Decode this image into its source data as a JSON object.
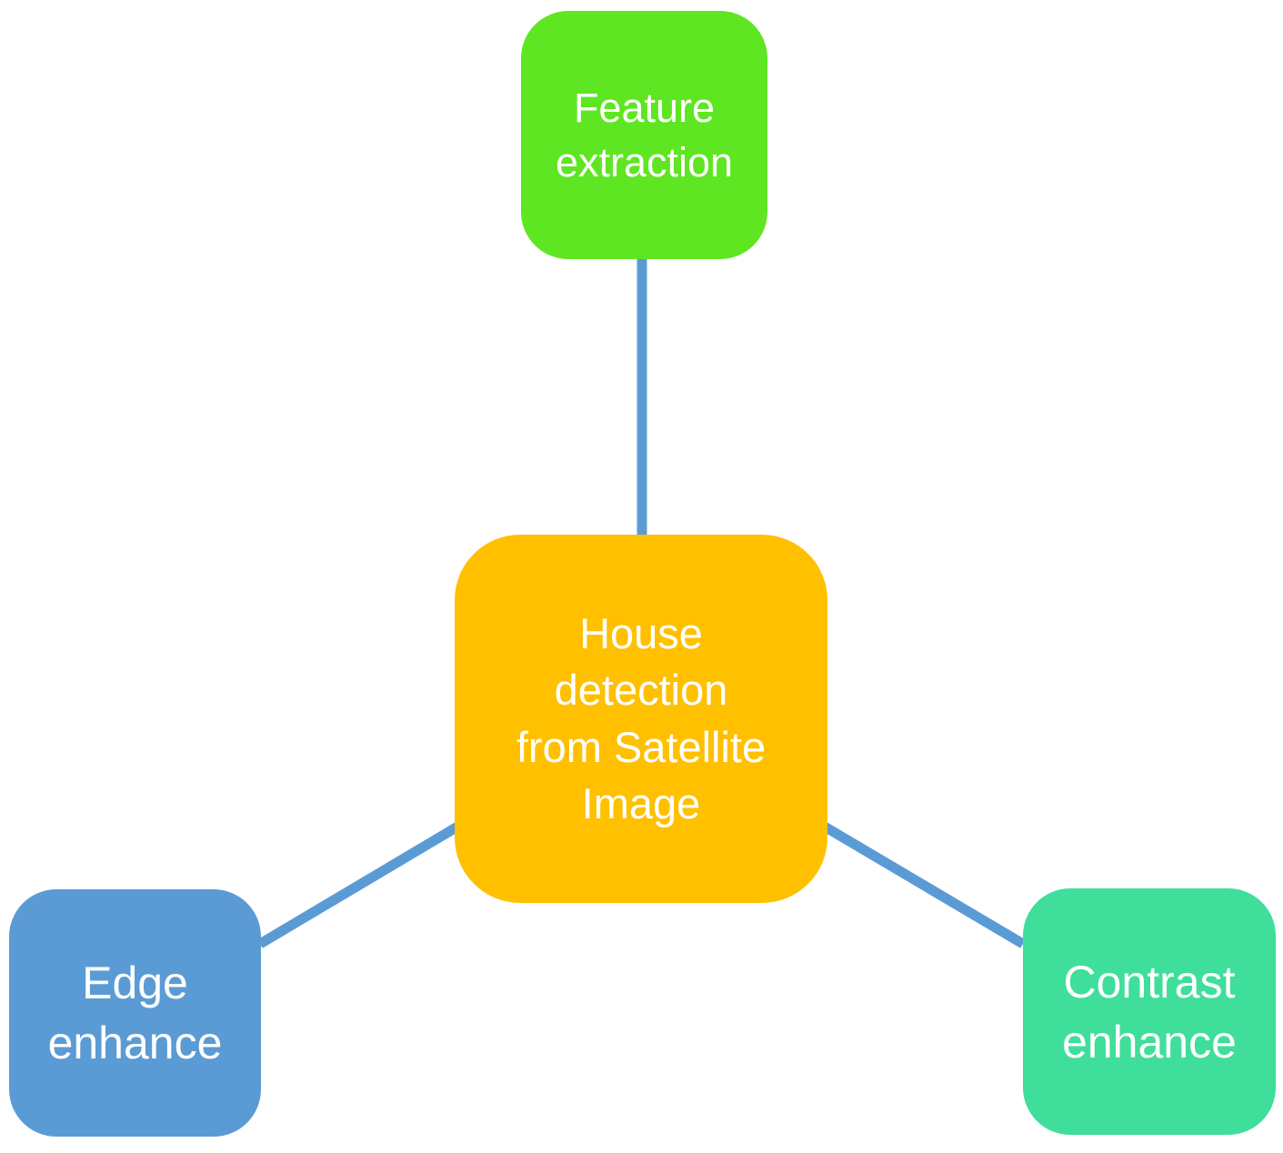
{
  "diagram": {
    "center": {
      "label": "House\ndetection\nfrom Satellite\nImage"
    },
    "top": {
      "label": "Feature\nextraction"
    },
    "bottom_left": {
      "label": "Edge\nenhance"
    },
    "bottom_right": {
      "label": "Contrast\nenhance"
    }
  },
  "colors": {
    "center_fill": "#FFC000",
    "top_fill": "#5EE622",
    "bottom_left_fill": "#5B9BD5",
    "bottom_right_fill": "#3FDE9B",
    "connector": "#5B9BD5",
    "text": "#FFFFFF",
    "background": "#FFFFFF"
  }
}
